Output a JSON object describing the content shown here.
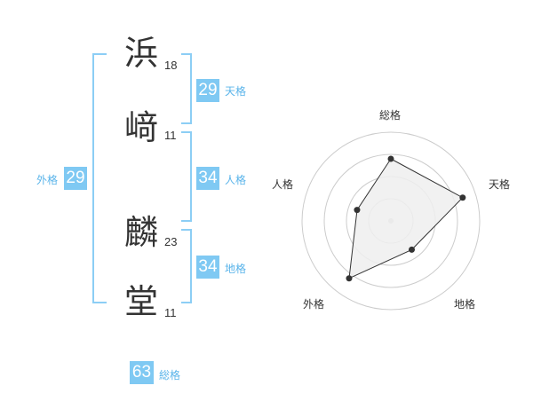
{
  "name_chars": [
    {
      "char": "浜",
      "strokes": "18"
    },
    {
      "char": "﨑",
      "strokes": "11"
    },
    {
      "char": "麟",
      "strokes": "23"
    },
    {
      "char": "堂",
      "strokes": "11"
    }
  ],
  "fortunes": {
    "tenkaku": {
      "value": "29",
      "label": "天格"
    },
    "jinkaku": {
      "value": "34",
      "label": "人格"
    },
    "chikaku": {
      "value": "34",
      "label": "地格"
    },
    "gaikaku": {
      "value": "29",
      "label": "外格"
    },
    "soukaku": {
      "value": "63",
      "label": "総格"
    }
  },
  "colors": {
    "accent": "#7fc9f3",
    "accent_text": "#5ab4ea",
    "radar_fill": "#eeeeee",
    "radar_line": "#333333",
    "grid": "#cccccc"
  },
  "chart_data": {
    "type": "radar",
    "axes": [
      "総格",
      "天格",
      "地格",
      "外格",
      "人格"
    ],
    "values": [
      0.7,
      0.85,
      0.4,
      0.8,
      0.4
    ],
    "range": [
      0,
      1
    ],
    "rings": 4
  }
}
